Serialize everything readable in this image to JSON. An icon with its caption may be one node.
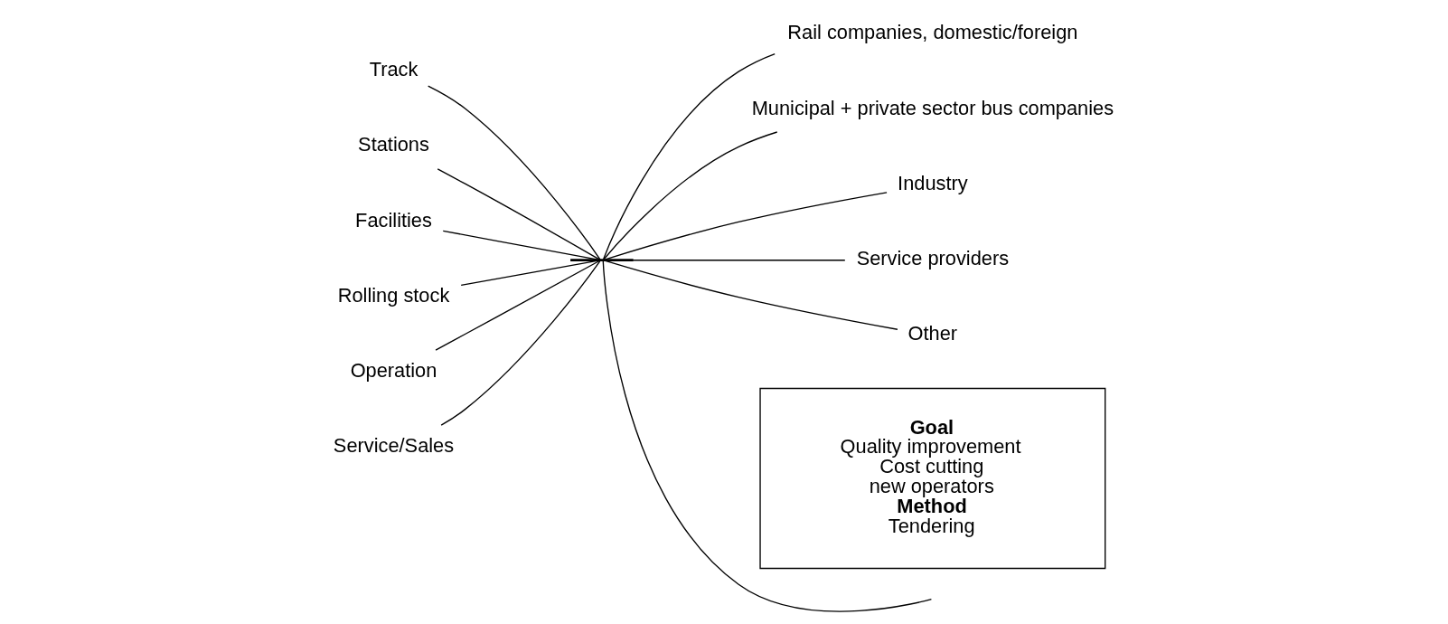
{
  "diagram": {
    "nodes": [
      {
        "text": [
          "Track"
        ]
      },
      {
        "text": [
          "Stations"
        ]
      },
      {
        "text": [
          "Facilities"
        ]
      },
      {
        "text": [
          "Rolling stock"
        ]
      },
      {
        "text": [
          "Operation"
        ]
      },
      {
        "text": [
          "Service/Sales"
        ]
      },
      {
        "text": [],
        "shape": "bar"
      },
      {
        "text": [
          "Rail companies, domestic/foreign"
        ]
      },
      {
        "text": [
          "Municipal + private sector bus companies"
        ]
      },
      {
        "text": [
          "Industry"
        ]
      },
      {
        "text": [
          "Service providers"
        ]
      },
      {
        "text": [
          "Other"
        ]
      },
      {
        "text": [
          "Goal",
          "Quality improvement",
          "Cost cutting",
          "new operators",
          "Method",
          "Tendering"
        ]
      }
    ],
    "edges": [
      {
        "from": 0,
        "to": 6,
        "arrow": "none"
      },
      {
        "from": 1,
        "to": 6,
        "arrow": "none"
      },
      {
        "from": 2,
        "to": 6,
        "arrow": "none"
      },
      {
        "from": 3,
        "to": 6,
        "arrow": "none"
      },
      {
        "from": 4,
        "to": 6,
        "arrow": "none"
      },
      {
        "from": 5,
        "to": 6,
        "arrow": "none"
      },
      {
        "from": 6,
        "to": null,
        "arrow": "none"
      },
      {
        "from": 6,
        "to": 7,
        "arrow": "none"
      },
      {
        "from": 6,
        "to": 8,
        "arrow": "none"
      },
      {
        "from": 6,
        "to": 9,
        "arrow": "none"
      },
      {
        "from": 6,
        "to": 10,
        "arrow": "none"
      },
      {
        "from": 6,
        "to": 11,
        "arrow": "none"
      }
    ]
  }
}
